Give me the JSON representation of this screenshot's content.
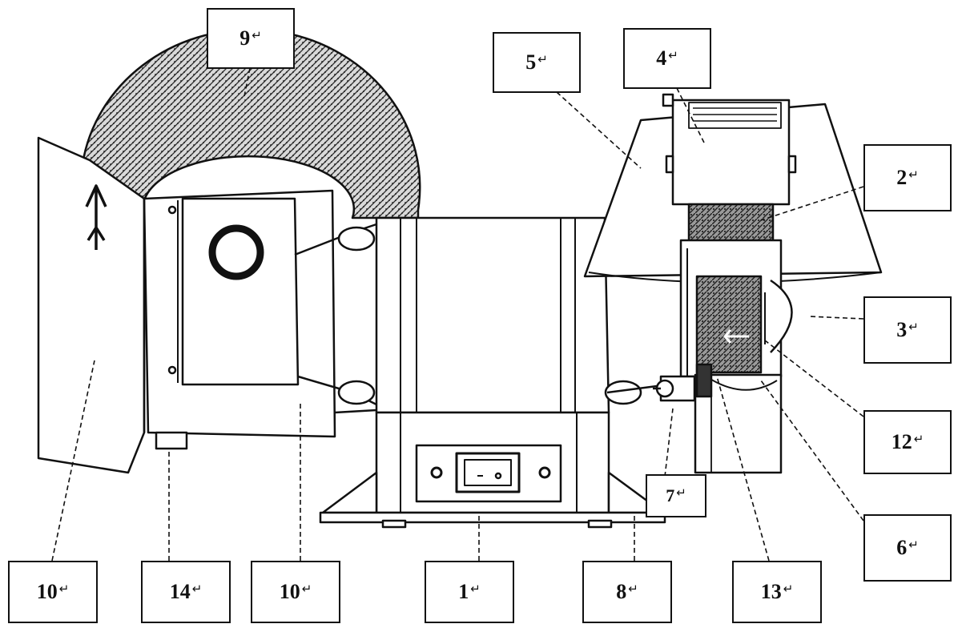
{
  "callouts": {
    "c9": "9",
    "c5": "5",
    "c4": "4",
    "c2": "2",
    "c3": "3",
    "c12": "12",
    "c7": "7",
    "c6": "6",
    "c10a": "10",
    "c14": "14",
    "c10b": "10",
    "c1": "1",
    "c8": "8",
    "c13": "13"
  },
  "return_mark": "↵",
  "colors": {
    "ink": "#111111",
    "background": "#ffffff",
    "stipple": "#333333"
  }
}
